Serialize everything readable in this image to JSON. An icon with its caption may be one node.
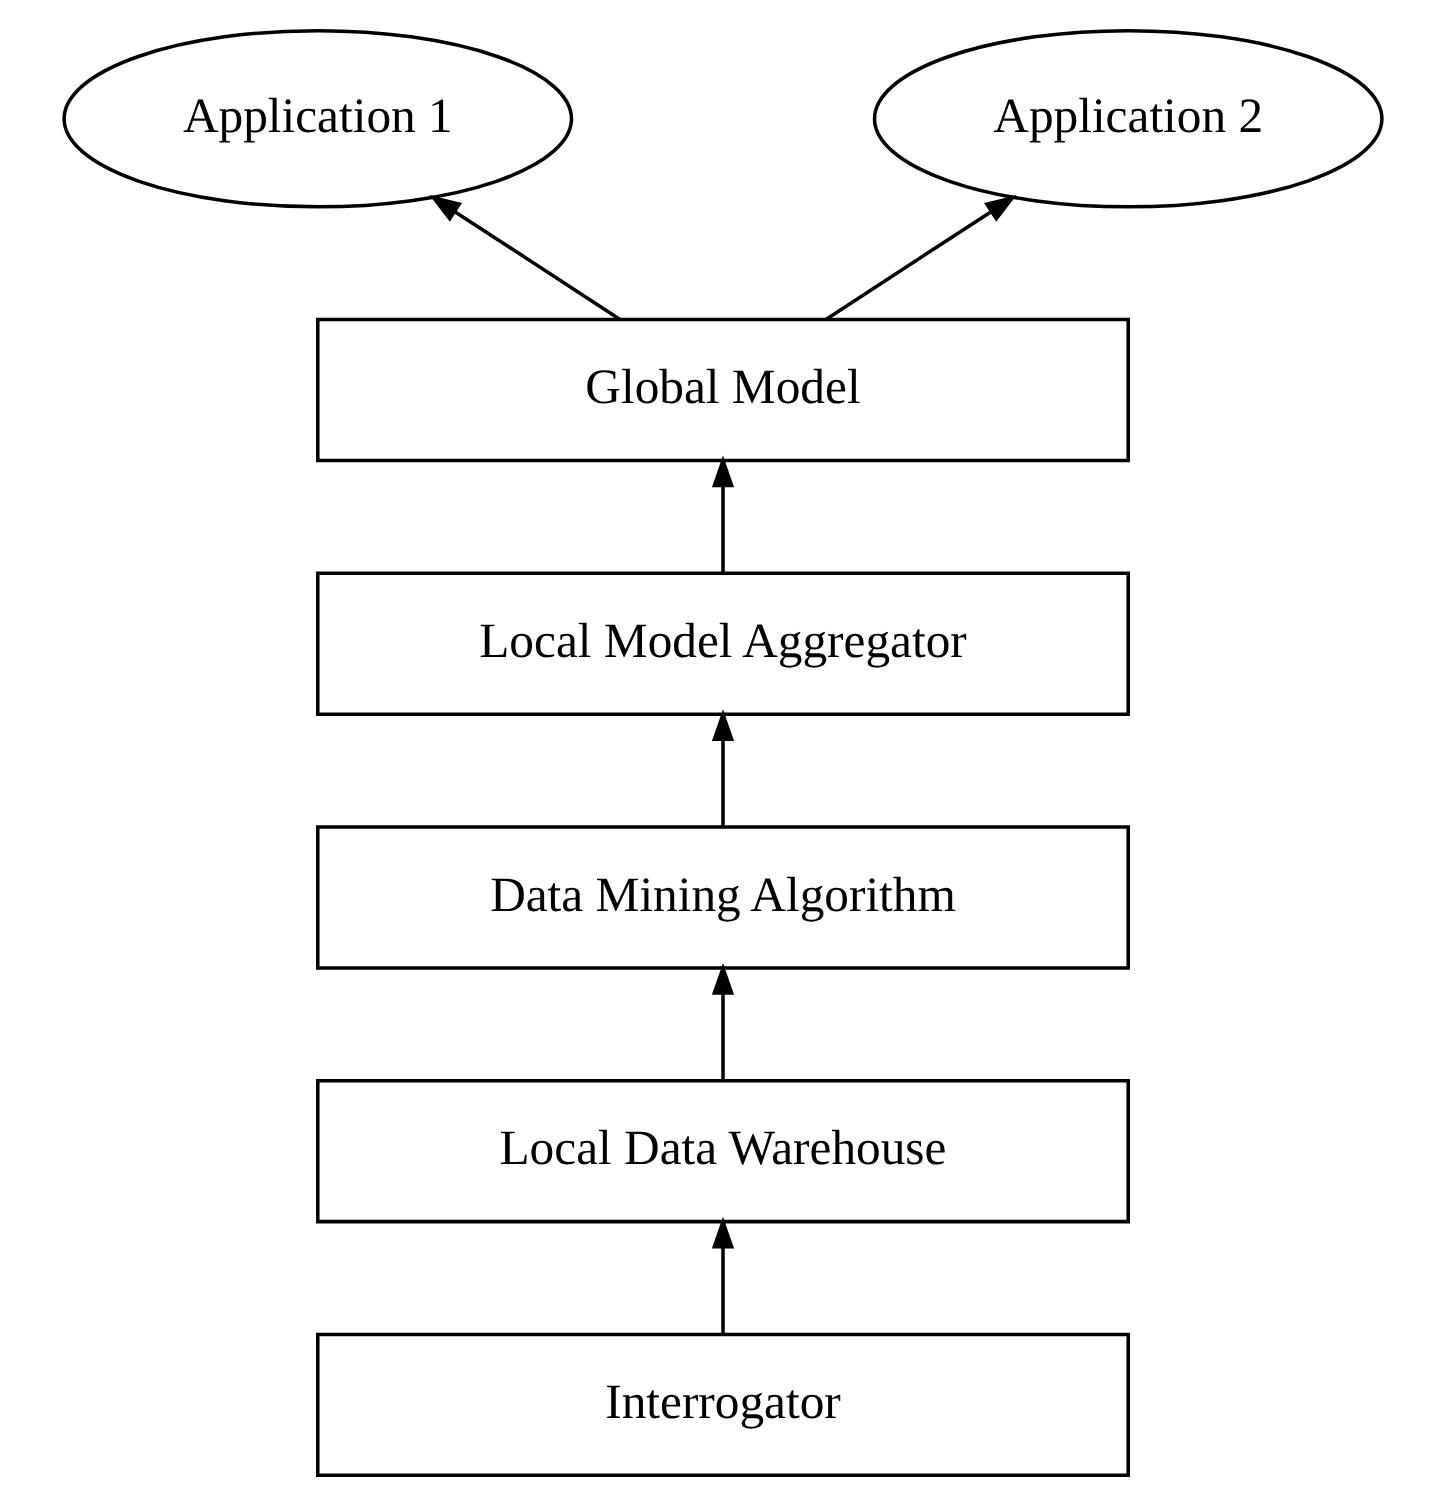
{
  "diagram": {
    "nodes": [
      {
        "text": [
          "Application 1"
        ]
      },
      {
        "text": [
          "Application 2"
        ]
      },
      {
        "text": [
          "Global Model"
        ]
      },
      {
        "text": [
          "Local Model Aggregator"
        ]
      },
      {
        "text": [
          "Data Mining Algorithm"
        ]
      },
      {
        "text": [
          "Local Data Warehouse"
        ]
      },
      {
        "text": [
          "Interrogator"
        ]
      }
    ],
    "edges": [
      {
        "from": 6,
        "to": 5,
        "arrow": "to"
      },
      {
        "from": 5,
        "to": 4,
        "arrow": "to"
      },
      {
        "from": 4,
        "to": 3,
        "arrow": "to"
      },
      {
        "from": 3,
        "to": 2,
        "arrow": "to"
      },
      {
        "from": 2,
        "to": 0,
        "arrow": "to"
      },
      {
        "from": 2,
        "to": 1,
        "arrow": "to"
      }
    ]
  }
}
